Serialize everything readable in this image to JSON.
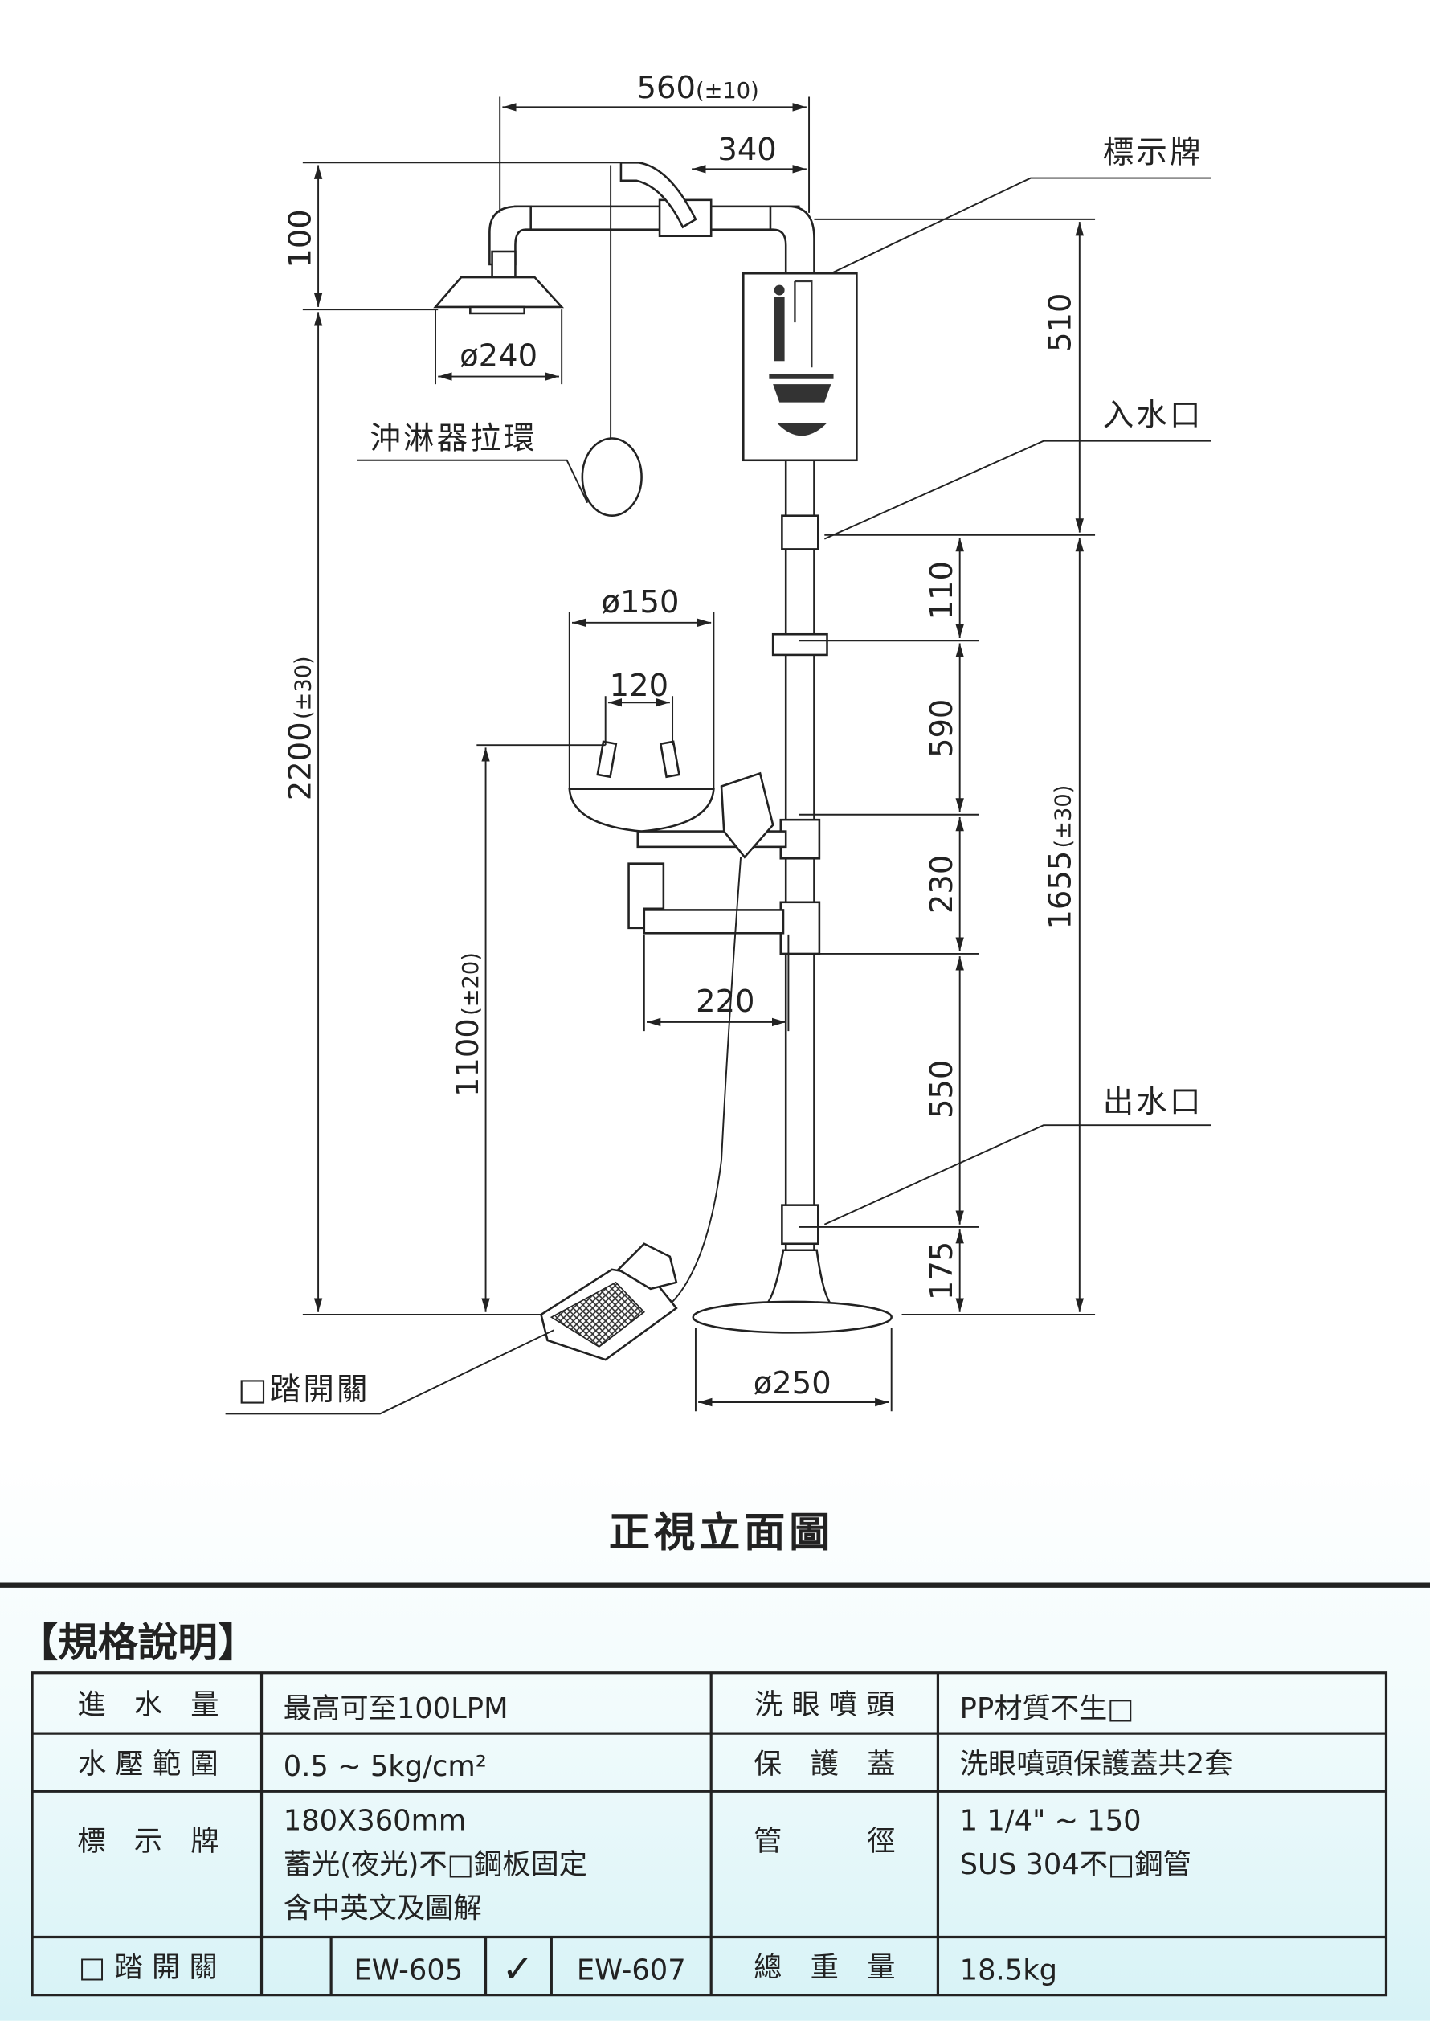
{
  "drawing": {
    "title": "正視立面圖",
    "dimensions": {
      "width_total": "560",
      "width_total_tol": "(±10)",
      "arm": "340",
      "head_drop": "100",
      "head_diameter": "ø240",
      "overall_height": "2200",
      "overall_height_tol": "(±30)",
      "sign_to_inlet": "510",
      "inlet_to_union": "110",
      "union_to_eyewash": "590",
      "eyewash_to_tee": "230",
      "tee_to_outlet": "550",
      "outlet_to_floor": "175",
      "inlet_height": "1655",
      "inlet_height_tol": "(±30)",
      "bowl_diameter": "ø150",
      "nozzle_spacing": "120",
      "eyewash_height": "1100",
      "eyewash_height_tol": "(±20)",
      "eyewash_offset": "220",
      "base_diameter": "ø250"
    },
    "callouts": {
      "sign": "標示牌",
      "inlet": "入水口",
      "outlet": "出水口",
      "pull_ring": "沖淋器拉環",
      "foot_switch": "□踏開關"
    }
  },
  "spec": {
    "heading": "【規格說明】",
    "rows": [
      {
        "label1": "進　水　量",
        "value1": [
          "最高可至100LPM"
        ],
        "label2": "洗 眼 噴 頭",
        "value2": [
          "PP材質不生□"
        ]
      },
      {
        "label1": "水 壓 範 圍",
        "value1": [
          "0.5 ~ 5kg/cm²"
        ],
        "label2": "保　護　蓋",
        "value2": [
          "洗眼噴頭保護蓋共2套"
        ]
      },
      {
        "label1": "標　示　牌",
        "value1": [
          "180X360mm",
          "蓄光(夜光)不□鋼板固定",
          "含中英文及圖解"
        ],
        "label2": "管　　　徑",
        "value2": [
          "1 1/4\" ~ 150",
          "SUS 304不□鋼管"
        ]
      }
    ],
    "last_row": {
      "label1": "□ 踏 開 關",
      "option1": "EW-605",
      "check": "✓",
      "option2": "EW-607",
      "label2": "總　重　量",
      "value2": "18.5kg"
    }
  }
}
